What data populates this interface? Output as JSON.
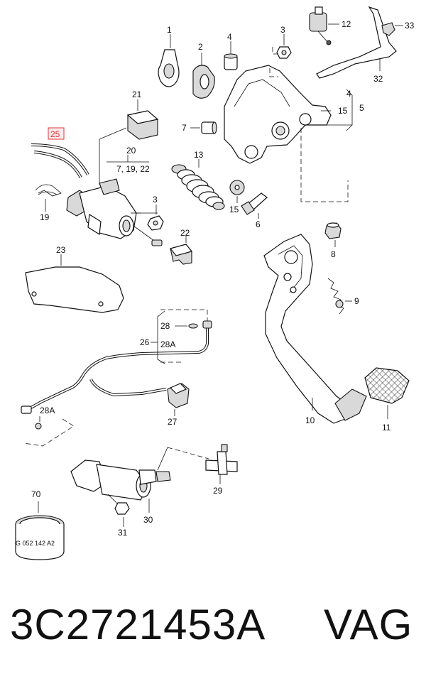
{
  "callouts": {
    "c1": "1",
    "c2": "2",
    "c3a": "3",
    "c3b": "3",
    "c4a": "4",
    "c4b": "4",
    "c5": "5",
    "c6": "6",
    "c7": "7",
    "c8": "8",
    "c9": "9",
    "c10": "10",
    "c11": "11",
    "c12": "12",
    "c13": "13",
    "c15a": "15",
    "c15b": "15",
    "c19": "19",
    "c20": "20",
    "c20sub": "7, 19, 22",
    "c21": "21",
    "c22": "22",
    "c23": "23",
    "c25": "25",
    "c26": "26",
    "c27": "27",
    "c28": "28",
    "c28a1": "28A",
    "c28a2": "28A",
    "c29": "29",
    "c30": "30",
    "c31": "31",
    "c32": "32",
    "c33": "33",
    "c70": "70"
  },
  "ring_marking": "G 052 142 A2",
  "footer": {
    "part_number": "3C2721453A",
    "brand": "VAG"
  },
  "colors": {
    "highlight": "#e0363c",
    "line": "#111111",
    "background": "#ffffff"
  }
}
